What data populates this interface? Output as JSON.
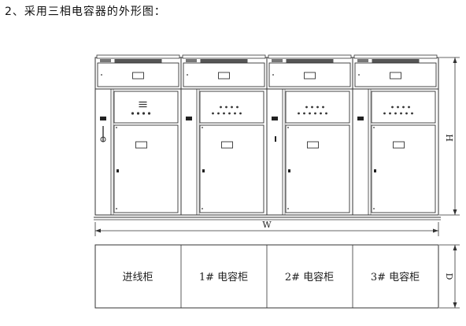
{
  "heading": "2、采用三相电容器的外形图：",
  "dimensions": {
    "width": "W",
    "height": "H",
    "depth": "D"
  },
  "cabinets": [
    {
      "label": "进线柜"
    },
    {
      "label": "1#  电容柜"
    },
    {
      "label": "2#  电容柜"
    },
    {
      "label": "3#  电容柜"
    }
  ]
}
